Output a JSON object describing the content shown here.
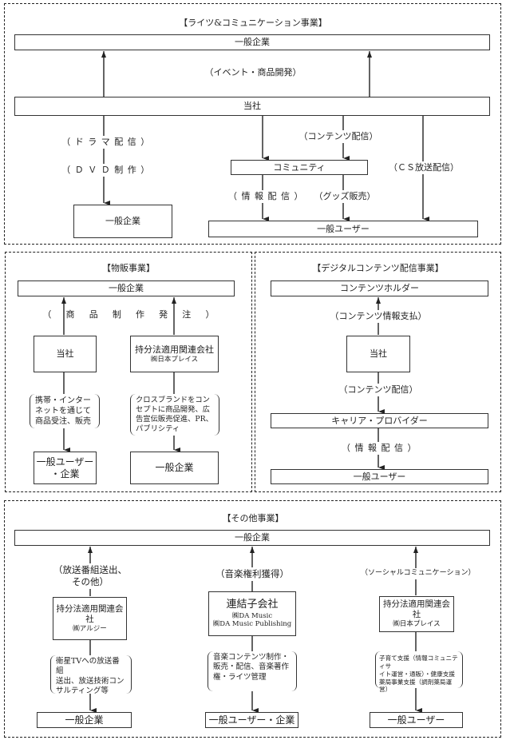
{
  "sections": {
    "rights": {
      "title": "【ライツ&コミュニケーション事業】",
      "top_box": "一般企業",
      "label_event": "（イベント・商品開発）",
      "company_bar": "当社",
      "label_drama": "（ドラマ配信）",
      "label_dvd": "（ＤＶＤ制作）",
      "label_contents": "（コンテンツ配信）",
      "community_box": "コミュニティ",
      "label_cs": "（ＣＳ放送配信）",
      "label_info": "（情報配信）",
      "label_goods": "（グッズ販売）",
      "enterprise_box": "一般企業",
      "user_box": "一般ユーザー"
    },
    "merch": {
      "title": "【物販事業】",
      "top_box": "一般企業",
      "label_order": "（商品制作発注）",
      "company_box": "当社",
      "affiliate_box": {
        "name": "持分法適用関連会社",
        "sub": "㈱日本プレイス"
      },
      "note_left": [
        "携帯・インター",
        "ネットを通じて",
        "商品受注、販売"
      ],
      "note_right": [
        "クロスブランドをコン",
        "セプトに商品開発、広",
        "告宣伝販売促進、PR、",
        "パブリシティ"
      ],
      "bottom_left": [
        "一般ユーザー",
        "・企業"
      ],
      "bottom_right": "一般企業"
    },
    "digital": {
      "title": "【デジタルコンテンツ配信事業】",
      "top_box": "コンテンツホルダー",
      "label_pay": "（コンテンツ情報支払）",
      "company_box": "当社",
      "label_contents": "（コンテンツ配信）",
      "carrier_box": "キャリア・プロバイダー",
      "label_info": "（情報配信）",
      "user_box": "一般ユーザー"
    },
    "other": {
      "title": "【その他事業】",
      "top_box": "一般企業",
      "col1": {
        "label": [
          "（放送番組送出、",
          "その他）"
        ],
        "box": {
          "name": "持分法適用関連会社",
          "sub": "㈱アルジー"
        },
        "note": [
          "衛星TVへの放送番組",
          "送出、放送技術コン",
          "サルティング等"
        ],
        "bottom": "一般企業"
      },
      "col2": {
        "label": "（音楽権利獲得）",
        "box": {
          "name": "連結子会社",
          "sub1": "㈱DA Music",
          "sub2": "㈱DA Music Publishing"
        },
        "note": [
          "音楽コンテンツ制作・",
          "販売・配信、音楽著作",
          "権・ライツ管理"
        ],
        "bottom": "一般ユーザー・企業"
      },
      "col3": {
        "label": "（ソーシャルコミュニケーション）",
        "box": {
          "name": "持分法適用関連会社",
          "sub": "㈱日本プレイス"
        },
        "note": [
          "子育て支援（情報コミュニティサ",
          "イト運営・通販）・健康支援",
          "薬局事業支援（調剤薬局運営）"
        ],
        "bottom": "一般ユーザー"
      }
    }
  }
}
